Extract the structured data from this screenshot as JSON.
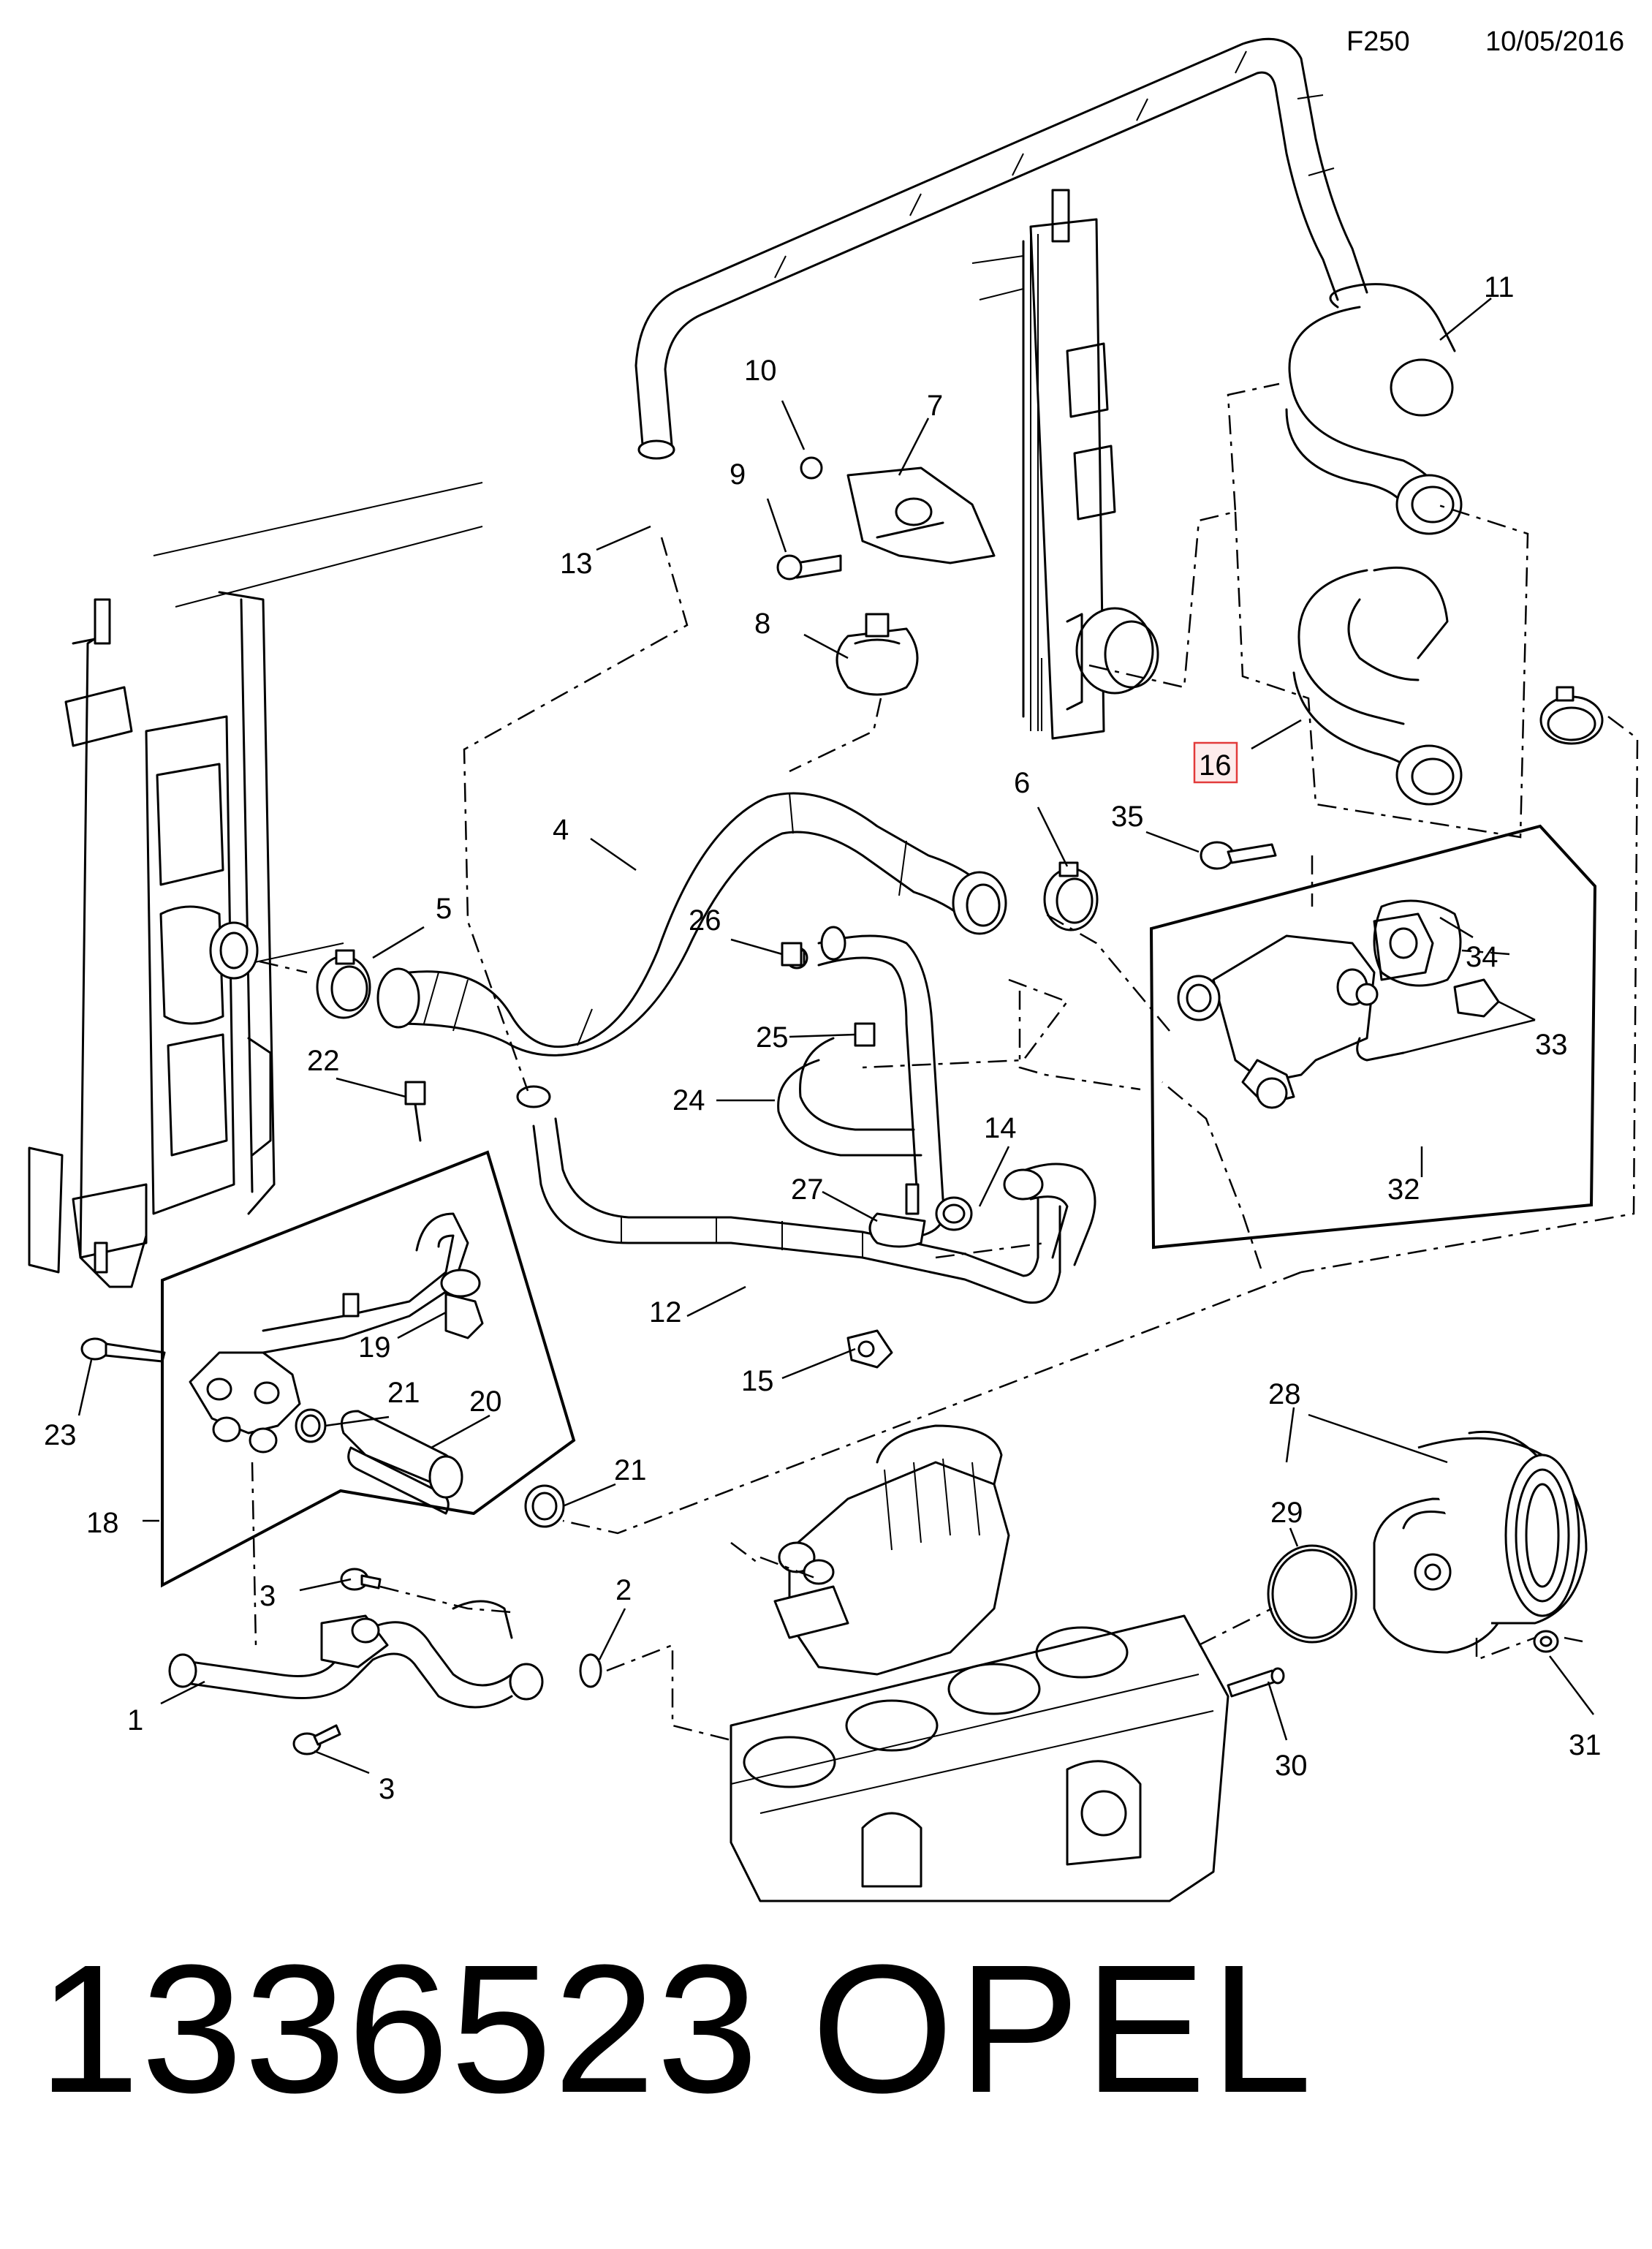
{
  "header": {
    "code": "F250",
    "date": "10/05/2016"
  },
  "callouts": [
    "11",
    "10",
    "7",
    "9",
    "13",
    "8",
    "16",
    "6",
    "35",
    "4",
    "5",
    "26",
    "34",
    "25",
    "33",
    "22",
    "24",
    "14",
    "27",
    "32",
    "19",
    "12",
    "23",
    "21",
    "20",
    "15",
    "28",
    "18",
    "21",
    "29",
    "3",
    "2",
    "1",
    "30",
    "31",
    "3"
  ],
  "footer": {
    "part_number": "1336523",
    "brand": "OPEL"
  },
  "colors": {
    "line": "#000000",
    "highlight": "#e23b3b"
  }
}
